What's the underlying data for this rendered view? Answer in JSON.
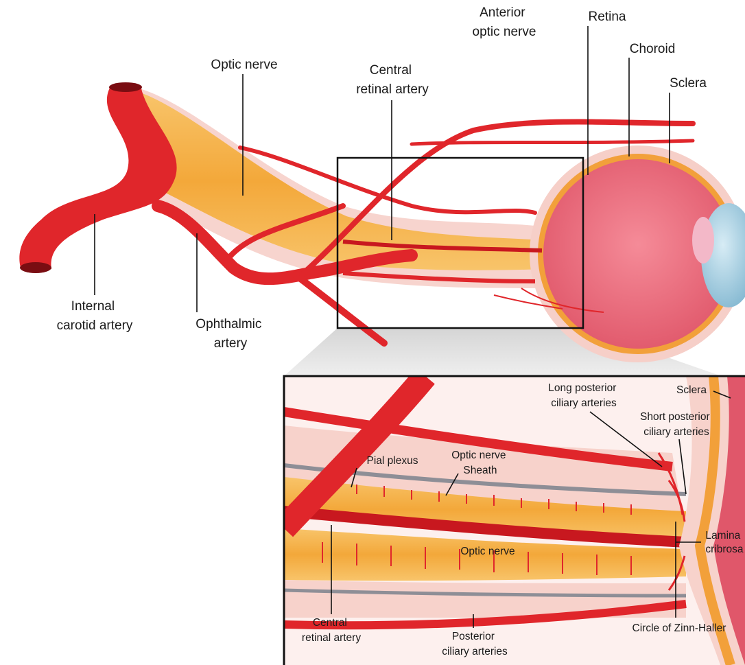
{
  "main_labels": {
    "anterior_optic_nerve": [
      "Anterior",
      "optic nerve"
    ],
    "retina": "Retina",
    "choroid": "Choroid",
    "sclera": "Sclera",
    "optic_nerve": "Optic nerve",
    "central_retinal_artery": [
      "Central",
      "retinal artery"
    ],
    "internal_carotid_artery": [
      "Internal",
      "carotid artery"
    ],
    "ophthalmic_artery": [
      "Ophthalmic",
      "artery"
    ]
  },
  "inset_labels": {
    "long_posterior_ciliary": [
      "Long posterior",
      "ciliary arteries"
    ],
    "sclera": "Sclera",
    "short_posterior_ciliary": [
      "Short posterior",
      "ciliary arteries"
    ],
    "pial_plexus": "Pial plexus",
    "optic_nerve_sheath": [
      "Optic nerve",
      "Sheath"
    ],
    "lamina_cribrosa": [
      "Lamina",
      "cribrosa"
    ],
    "optic_nerve": "Optic nerve",
    "central_retinal_artery": [
      "Central",
      "retinal artery"
    ],
    "posterior_ciliary": [
      "Posterior",
      "ciliary arteries"
    ],
    "circle_zinn_haller": "Circle of Zinn-Haller"
  },
  "colors": {
    "artery": "#e0262b",
    "artery_dark": "#b3141c",
    "nerve": "#f5b24a",
    "sheath": "#f6c9c2",
    "eye": "#ec6b7b",
    "cornea": "#9fcbe0"
  }
}
